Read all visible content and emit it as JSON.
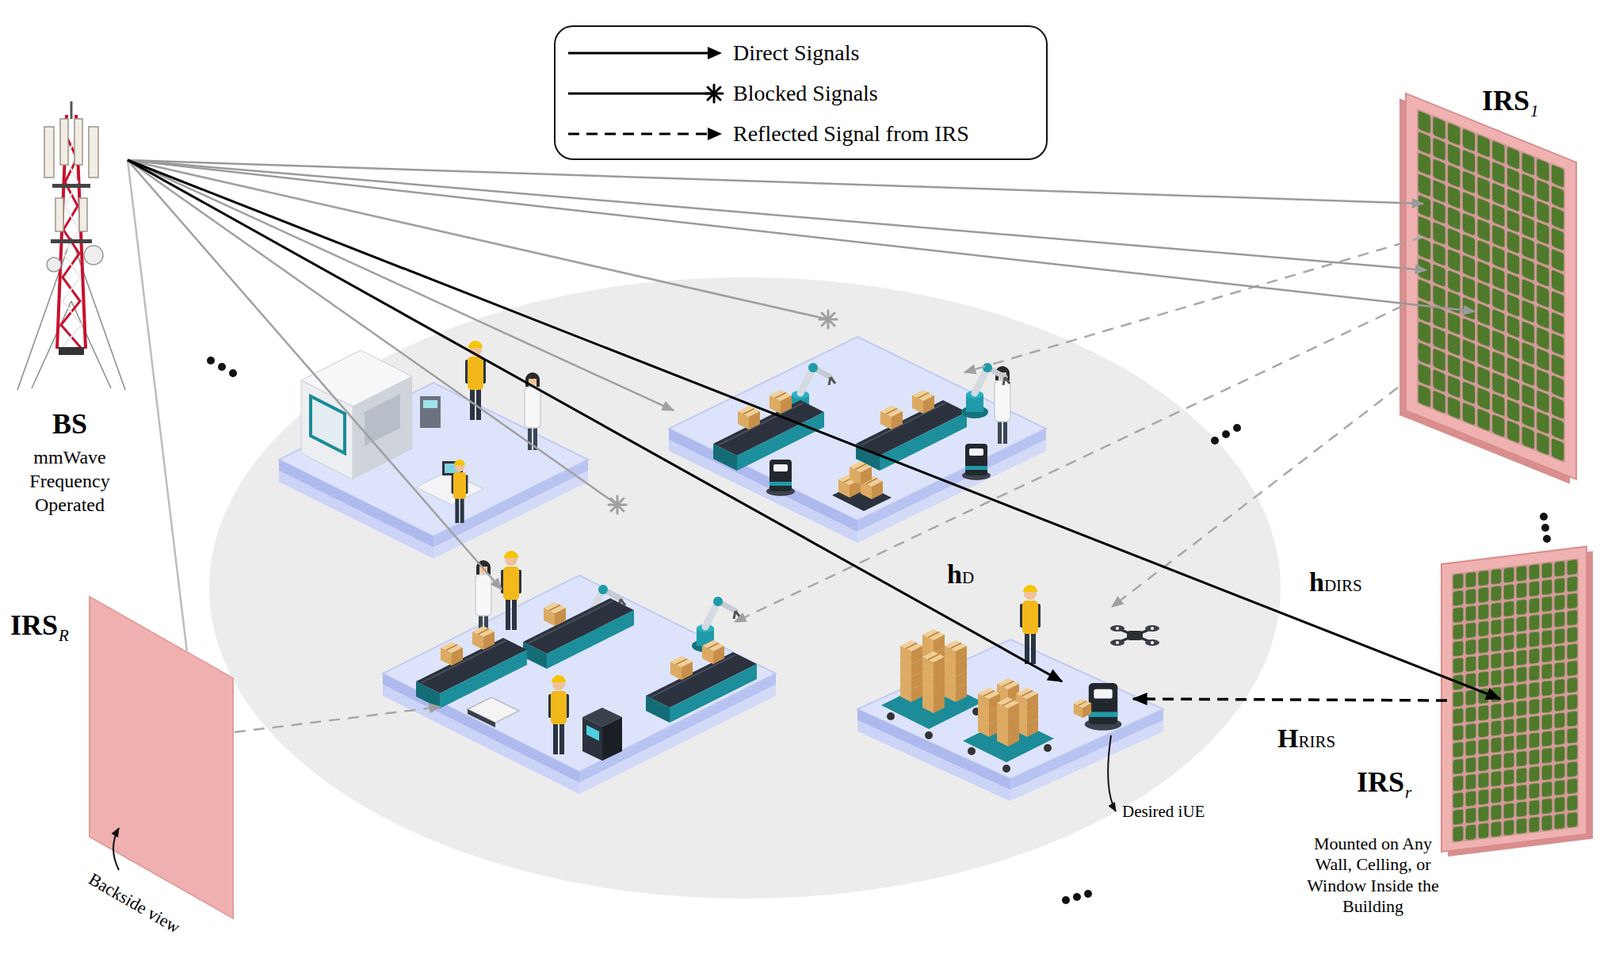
{
  "diagram": {
    "nodes": [
      {
        "text": [
          "BS",
          "mmWave Frequency Operated"
        ]
      },
      {
        "text": [
          "IRS",
          "1"
        ]
      },
      {
        "text": [
          "IRS",
          "r",
          "Mounted on Any Wall, Celling, or Window Inside the Building"
        ]
      },
      {
        "text": [
          "IRS",
          "R"
        ]
      },
      {
        "text": [
          "Desired iUE"
        ]
      }
    ],
    "edges": [
      {
        "from": 0,
        "to": 1,
        "arrow": "to"
      },
      {
        "from": 0,
        "to": 1,
        "arrow": "to"
      },
      {
        "from": 0,
        "to": 1,
        "arrow": "to"
      },
      {
        "from": 0,
        "to": 3,
        "arrow": "none"
      },
      {
        "from": 0,
        "to": 4,
        "label": "hD",
        "arrow": "to"
      },
      {
        "from": 0,
        "to": 2,
        "label": "hDIRS",
        "arrow": "to"
      },
      {
        "from": 2,
        "to": 4,
        "label": "HRIRS",
        "arrow": "to"
      }
    ],
    "labels": [
      "Backside view"
    ],
    "legend": [
      {
        "text": "Direct Signals"
      },
      {
        "text": "Blocked Signals"
      },
      {
        "text": "Reflected Signal from IRS"
      }
    ]
  }
}
